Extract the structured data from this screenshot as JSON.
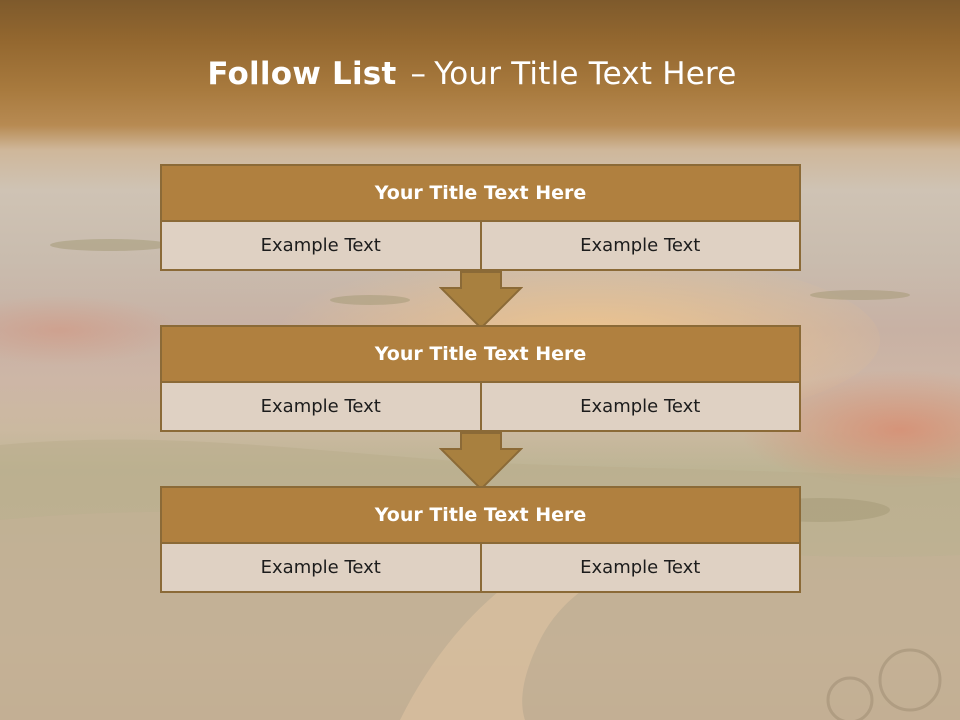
{
  "slide": {
    "title_bold": "Follow List",
    "title_dash": "–",
    "title_rest": "Your Title Text Here"
  },
  "steps": [
    {
      "title": "Your Title Text Here",
      "left": "Example Text",
      "right": "Example Text"
    },
    {
      "title": "Your Title Text Here",
      "left": "Example Text",
      "right": "Example Text"
    },
    {
      "title": "Your Title Text Here",
      "left": "Example Text",
      "right": "Example Text"
    }
  ],
  "colors": {
    "header_fill": "#b0803f",
    "border": "#8b6a37",
    "cell_fill": "#dfd1c3",
    "arrow_fill": "#a8803f"
  }
}
